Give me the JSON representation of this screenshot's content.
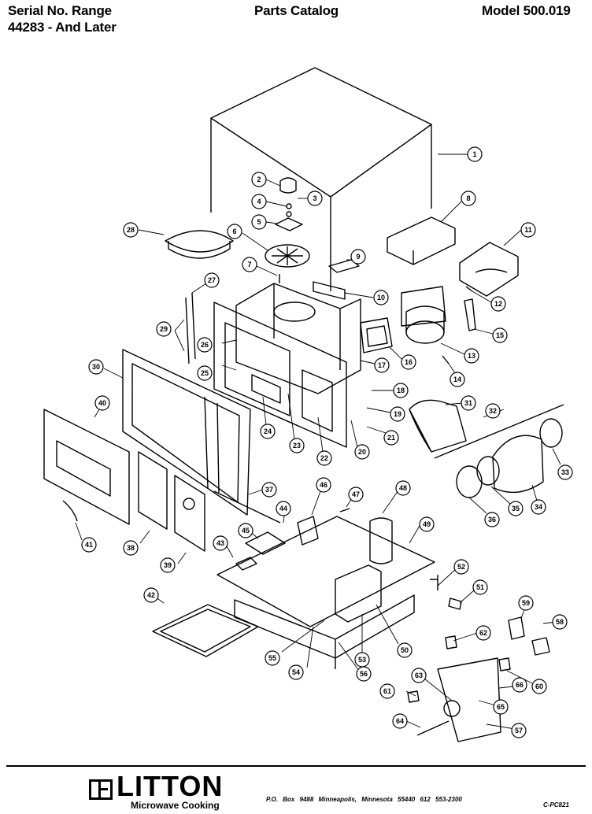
{
  "header": {
    "serial_label": "Serial No. Range",
    "serial_range": "44283 - And Later",
    "title": "Parts Catalog",
    "model": "Model 500.019"
  },
  "footer": {
    "brand": "LITTON",
    "subbrand": "Microwave Cooking",
    "address": "P.O. Box 9488   Minneapolis, Minnesota 55440   612 553-2300",
    "code": "C-PC821"
  },
  "callouts": [
    "1",
    "2",
    "3",
    "4",
    "5",
    "6",
    "7",
    "8",
    "9",
    "10",
    "11",
    "12",
    "13",
    "14",
    "15",
    "16",
    "17",
    "18",
    "19",
    "20",
    "21",
    "22",
    "23",
    "24",
    "25",
    "26",
    "27",
    "28",
    "29",
    "30",
    "31",
    "32",
    "33",
    "34",
    "35",
    "36",
    "37",
    "38",
    "39",
    "40",
    "41",
    "42",
    "43",
    "44",
    "45",
    "46",
    "47",
    "48",
    "49",
    "50",
    "51",
    "52",
    "53",
    "54",
    "55",
    "56",
    "57",
    "58",
    "59",
    "60",
    "61",
    "62",
    "63",
    "64",
    "65",
    "66"
  ]
}
